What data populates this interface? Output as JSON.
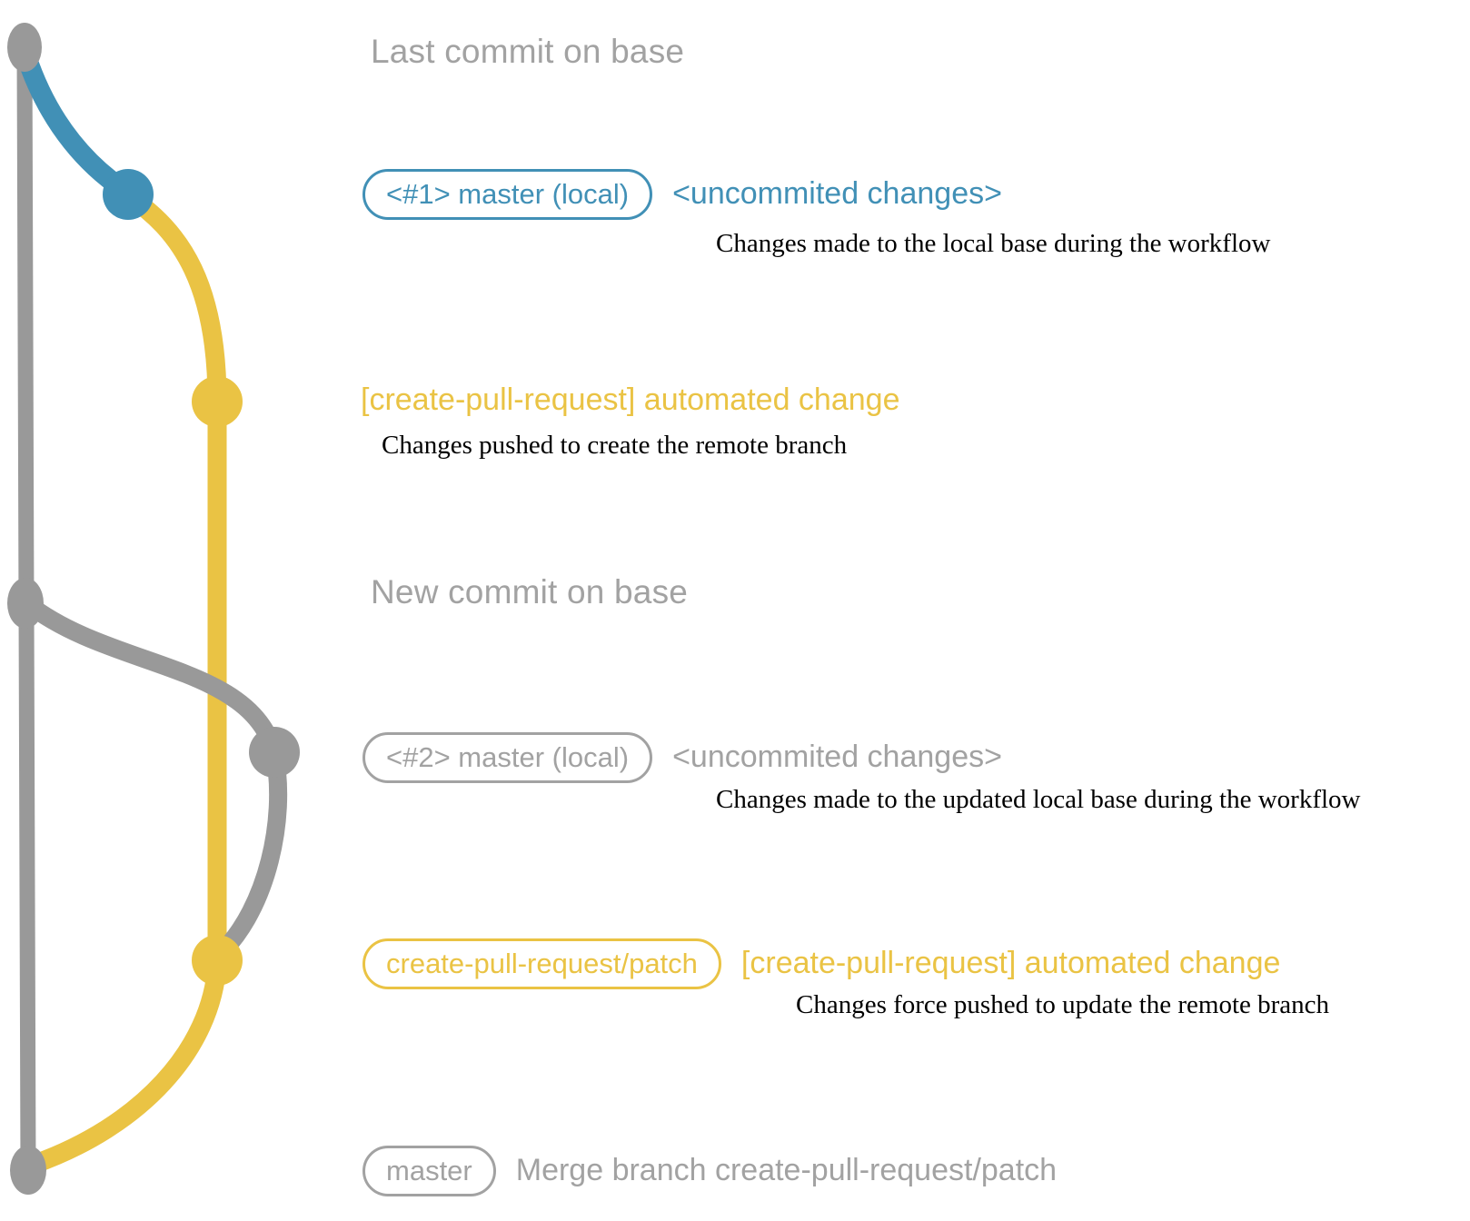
{
  "colors": {
    "blue": "#4190b6",
    "yellow": "#eac344",
    "gray": "#999999",
    "graytext": "#a2a2a2"
  },
  "annotations": {
    "last_commit": "Last commit on base",
    "new_commit": "New commit on base"
  },
  "branches": {
    "master_local_1": "<#1> master (local)",
    "master_local_2": "<#2> master (local)",
    "patch": "create-pull-request/patch",
    "master": "master"
  },
  "messages": {
    "uncommitted": "<uncommited changes>",
    "automated": "[create-pull-request] automated change",
    "merge": "Merge branch create-pull-request/patch"
  },
  "notes": {
    "n1": "Changes made to the local base during the workflow",
    "n2": "Changes pushed to create the remote branch",
    "n3": "Changes made to the updated local base during the workflow",
    "n4": "Changes force pushed to update the remote branch"
  }
}
